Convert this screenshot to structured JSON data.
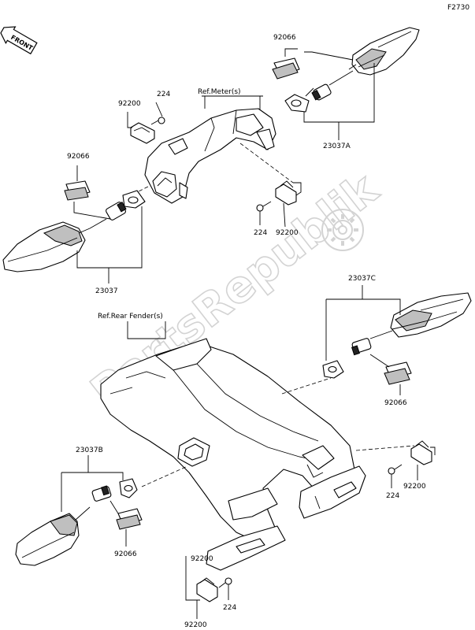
{
  "figure_code": "F2730",
  "direction_arrow": "FRONT",
  "watermark": "PartsRepublik",
  "references": {
    "meter": "Ref.Meter(s)",
    "rear_fender": "Ref.Rear Fender(s)"
  },
  "callouts": {
    "upper_right_assembly": "23037A",
    "upper_right_cover": "92066",
    "upper_left_assembly": "23037",
    "upper_left_cover": "92066",
    "upper_center_clip": "92200",
    "upper_center_screw": "224",
    "meter_bracket_clip": "92200",
    "meter_bracket_screw": "224",
    "lower_right_assembly": "23037C",
    "lower_right_cover": "92066",
    "lower_right_clip": "92200",
    "lower_right_screw": "224",
    "lower_left_assembly": "23037B",
    "lower_left_cover": "92066",
    "lower_bottom_clip": "92200",
    "lower_bottom_screw": "224"
  },
  "icons": {
    "front_arrow": "front-arrow-icon",
    "watermark_gear": "gear-icon"
  }
}
